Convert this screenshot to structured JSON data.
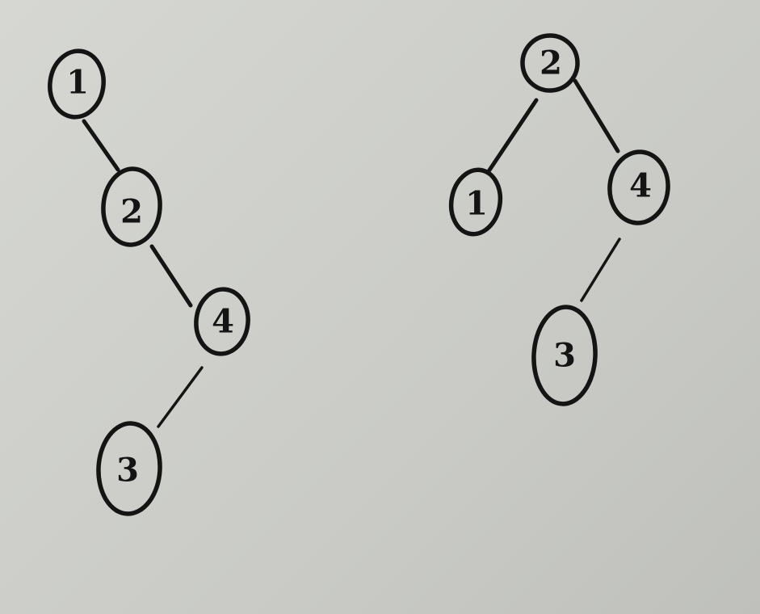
{
  "trees": [
    {
      "nodes": [
        {
          "id": "1",
          "label": "1"
        },
        {
          "id": "2",
          "label": "2"
        },
        {
          "id": "4",
          "label": "4"
        },
        {
          "id": "3",
          "label": "3"
        }
      ],
      "edges": [
        {
          "from": "1",
          "to": "2"
        },
        {
          "from": "2",
          "to": "4"
        },
        {
          "from": "4",
          "to": "3"
        }
      ]
    },
    {
      "nodes": [
        {
          "id": "2",
          "label": "2"
        },
        {
          "id": "1",
          "label": "1"
        },
        {
          "id": "4",
          "label": "4"
        },
        {
          "id": "3",
          "label": "3"
        }
      ],
      "edges": [
        {
          "from": "2",
          "to": "1"
        },
        {
          "from": "2",
          "to": "4"
        },
        {
          "from": "4",
          "to": "3"
        }
      ]
    }
  ]
}
